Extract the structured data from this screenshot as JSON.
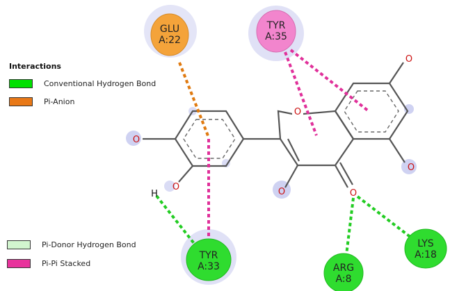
{
  "legend": {
    "title": "Interactions",
    "items": [
      {
        "key": "conventional",
        "label": "Conventional Hydrogen Bond",
        "color": "#00e000"
      },
      {
        "key": "pi_anion",
        "label": "Pi-Anion",
        "color": "#e87817"
      },
      {
        "key": "pi_donor",
        "label": "Pi-Donor Hydrogen Bond",
        "color": "#d2f5cf"
      },
      {
        "key": "pi_pi",
        "label": "Pi-Pi Stacked",
        "color": "#e8339c"
      }
    ]
  },
  "residues": [
    {
      "id": "glu22",
      "line1": "GLU",
      "line2": "A:22",
      "color": "#f4a33a",
      "halo": true
    },
    {
      "id": "tyr35",
      "line1": "TYR",
      "line2": "A:35",
      "color": "#f285cd",
      "halo": true
    },
    {
      "id": "tyr33",
      "line1": "TYR",
      "line2": "A:33",
      "color": "#2fdc2f",
      "halo": true
    },
    {
      "id": "arg8",
      "line1": "ARG",
      "line2": "A:8",
      "color": "#2fdc2f",
      "halo": false
    },
    {
      "id": "lys18",
      "line1": "LYS",
      "line2": "A:18",
      "color": "#2fdc2f",
      "halo": false
    }
  ],
  "atoms": [
    {
      "id": "o_ring",
      "label": "O"
    },
    {
      "id": "o_top",
      "label": "O"
    },
    {
      "id": "o_left",
      "label": "O"
    },
    {
      "id": "o_hydroxyl",
      "label": "O"
    },
    {
      "id": "h_hydroxyl",
      "label": "H"
    },
    {
      "id": "o_c3",
      "label": "O"
    },
    {
      "id": "o_carbonyl",
      "label": "O"
    },
    {
      "id": "o_right",
      "label": "O"
    }
  ],
  "colors": {
    "bond": "#555555",
    "oxygen": "#cc1111",
    "hydrogen": "#111111",
    "pi_anion": "#e07a10",
    "pi_pi": "#e0309a",
    "hbond": "#22cc22",
    "halo": "#cfd2f2"
  }
}
